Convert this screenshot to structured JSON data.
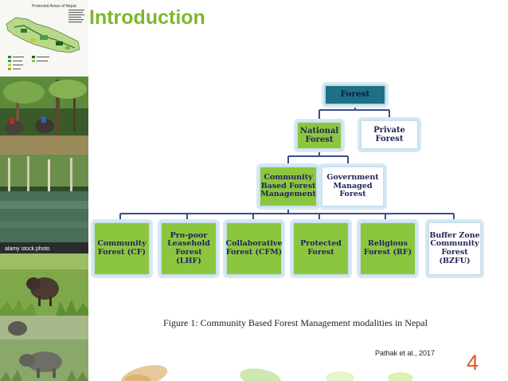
{
  "slide": {
    "title": "Introduction",
    "caption": "Figure 1: Community Based Forest Management modalities in Nepal",
    "citation": "Pathak et al., 2017",
    "page_number": "4"
  },
  "sidebar": {
    "map": {
      "title": "Protected Areas of Nepal"
    },
    "photos": [
      {
        "name": "elephants-photo"
      },
      {
        "name": "lake-forest-photo",
        "watermark": "alamy stock photo"
      },
      {
        "name": "wild-boar-photo"
      },
      {
        "name": "rhino-photo"
      }
    ]
  },
  "colors": {
    "title": "#7fb62f",
    "top_node": "#1f6f86",
    "green_node": "#8cc63f",
    "white_node": "#ffffff",
    "node_text": "#23235a",
    "connector": "#3a4d8f",
    "page_number": "#e0572a"
  },
  "diagram": {
    "nodes": [
      {
        "id": "forest",
        "text": "Forest",
        "style": "top"
      },
      {
        "id": "national",
        "text": "National\nForest",
        "style": "green"
      },
      {
        "id": "private",
        "text": "Private\nForest",
        "style": "white"
      },
      {
        "id": "community-based",
        "text": "Community\nBased Forest\nManagement",
        "style": "green"
      },
      {
        "id": "government",
        "text": "Government\nManaged\nForest",
        "style": "white"
      },
      {
        "id": "cf",
        "text": "Community\nForest (CF)",
        "style": "green"
      },
      {
        "id": "lhf",
        "text": "Pro-poor\nLeasehold\nForest (LHF)",
        "style": "green"
      },
      {
        "id": "cfm",
        "text": "Collaborative\nForest (CFM)",
        "style": "green"
      },
      {
        "id": "protected",
        "text": "Protected\nForest",
        "style": "green"
      },
      {
        "id": "rf",
        "text": "Religious\nForest (RF)",
        "style": "green"
      },
      {
        "id": "bzfu",
        "text": "Buffer Zone\nCommunity\nForest\n(BZFU)",
        "style": "white"
      }
    ]
  }
}
